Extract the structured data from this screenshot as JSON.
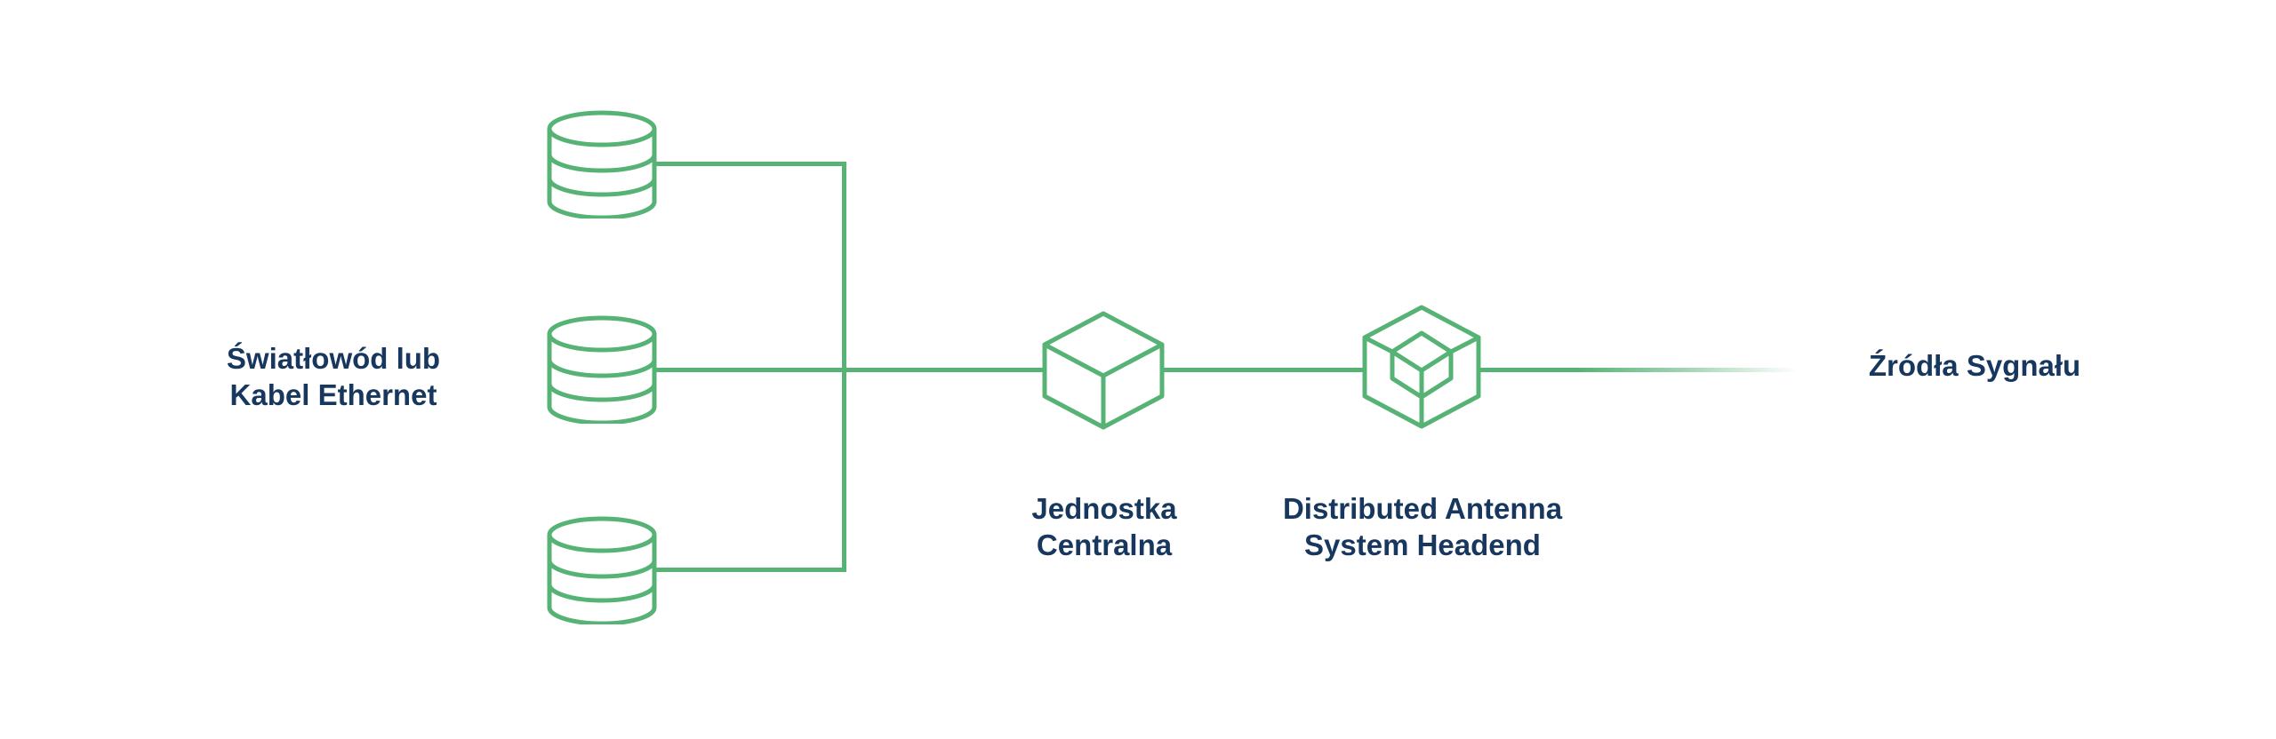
{
  "colors": {
    "connector_green": "#57b375",
    "label_navy": "#17375e",
    "background": "#ffffff"
  },
  "diagram": {
    "left_label": {
      "line1": "Światłowód lub",
      "line2": "Kabel Ethernet"
    },
    "database_icons": [
      "database-icon-top",
      "database-icon-middle",
      "database-icon-bottom"
    ],
    "central_unit_label": {
      "line1": "Jednostka",
      "line2": "Centralna"
    },
    "das_headend_label": {
      "line1": "Distributed Antenna",
      "line2": "System Headend"
    },
    "right_label": "Źródła Sygnału"
  }
}
